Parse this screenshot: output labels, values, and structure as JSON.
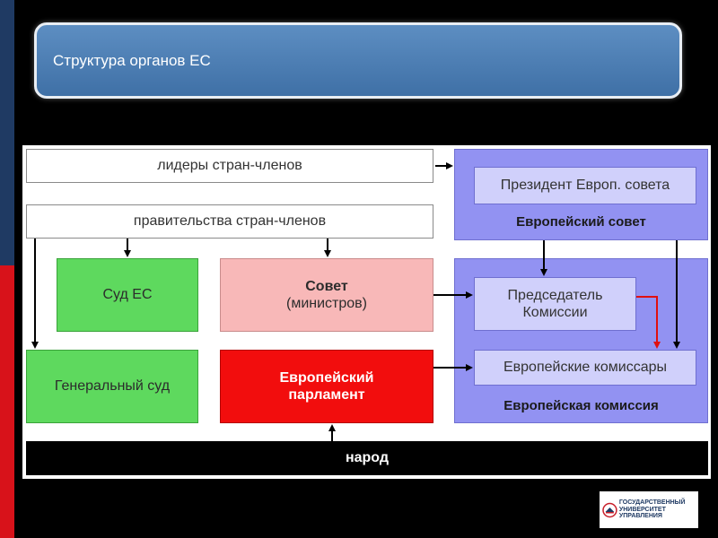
{
  "slide": {
    "title": "Структура органов ЕС"
  },
  "diagram": {
    "leaders": "лидеры стран-членов",
    "governments": "правительства стран-членов",
    "court_eu": "Суд ЕС",
    "council_title": "Совет",
    "council_subtitle": "(министров)",
    "general_court": "Генеральный суд",
    "parliament": "Европейский парламент",
    "people": "народ",
    "euro_council_president": "Президент Европ. совета",
    "euro_council": "Европейский совет",
    "commission_chair": "Председатель Комиссии",
    "commissioners": "Европейские комиссары",
    "commission": "Европейская комиссия"
  },
  "logo": {
    "text": "ГОСУДАРСТВЕННЫЙ УНИВЕРСИТЕТ УПРАВЛЕНИЯ"
  },
  "colors": {
    "green": "#5ed95e",
    "pink": "#f8b8b8",
    "red": "#f20d0d",
    "violet": "#9292f2",
    "lavender": "#d0d0fb",
    "title_blue": "#4f80b6"
  }
}
